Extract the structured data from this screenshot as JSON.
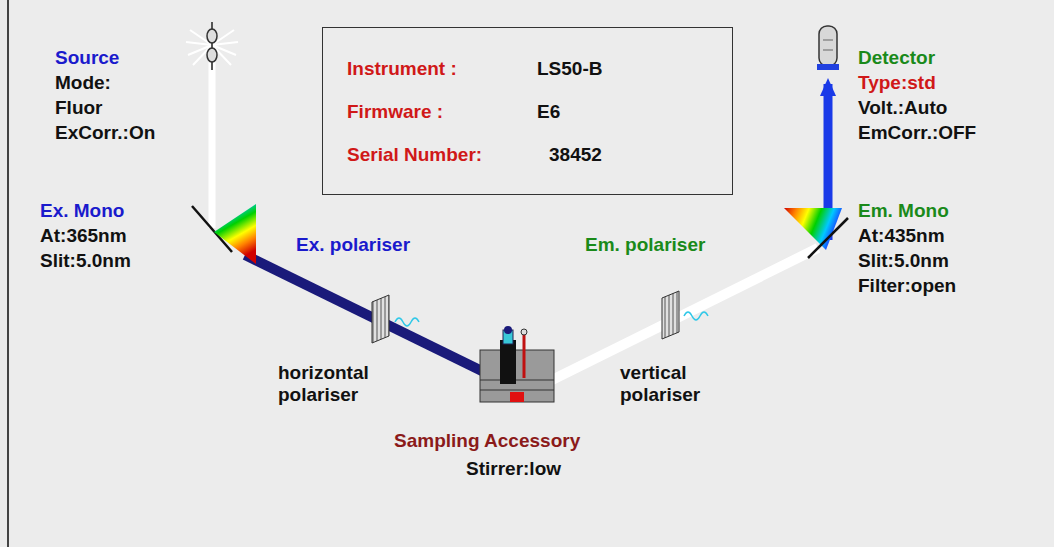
{
  "diagram": {
    "nodes": [
      {
        "text": [
          "Instrument :",
          "LS50-B",
          "Firmware :",
          "E6",
          "Serial Number:",
          "38452"
        ]
      }
    ],
    "labels": [
      "Source",
      "Mode:",
      "Fluor",
      "ExCorr.:On",
      "Ex. Mono",
      "At:365nm",
      "Slit:5.0nm",
      "Ex. polariser",
      "horizontal polariser",
      "Sampling Accessory",
      "Stirrer:low",
      "vertical polariser",
      "Em. polariser",
      "Detector",
      "Type:std",
      "Volt.:Auto",
      "EmCorr.:OFF",
      "Em. Mono",
      "At:435nm",
      "Slit:5.0nm",
      "Filter:open"
    ]
  }
}
